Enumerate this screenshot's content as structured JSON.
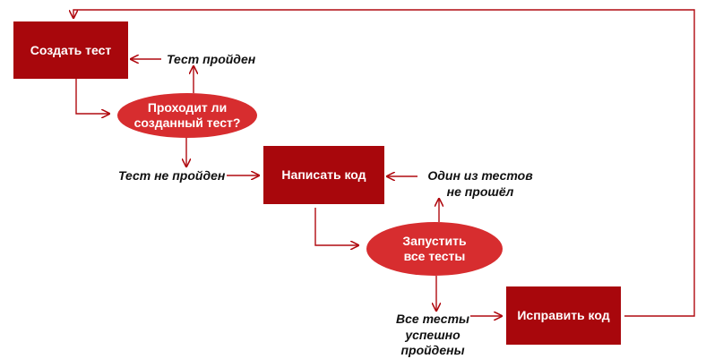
{
  "nodes": {
    "create_test": "Создать тест",
    "test_passes_question": "Проходит ли\nсозданный тест?",
    "write_code": "Написать код",
    "run_tests": "Запустить\nвсе тесты",
    "fix_code": "Исправить код"
  },
  "labels": {
    "test_passed": "Тест пройден",
    "test_not_passed": "Тест не пройден",
    "one_test_failed": "Один из тестов\nне прошёл",
    "all_tests_passed": "Все тесты\nуспешно\nпройдены"
  },
  "colors": {
    "box": "#a8070c",
    "oval": "#d72d2f",
    "arrow": "#b00a10"
  }
}
